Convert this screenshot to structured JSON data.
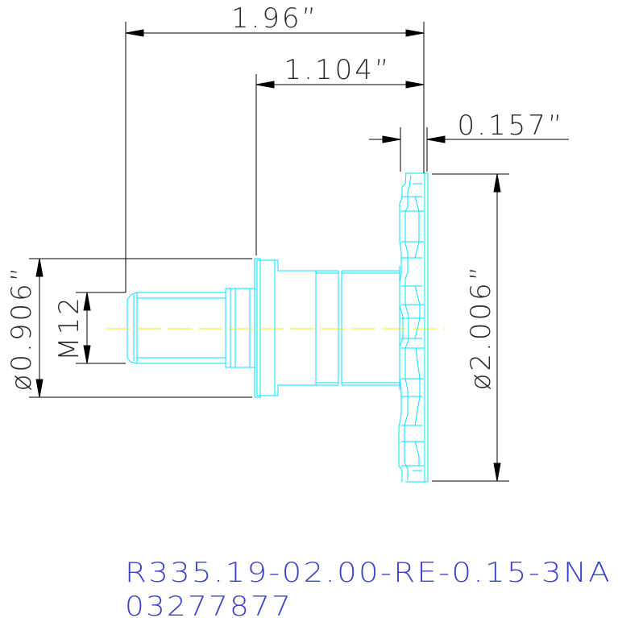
{
  "colors": {
    "dimension": "#000000",
    "part_outline": "#00e5ff",
    "centerline": "#f2f200",
    "part_number": "#3b43c8"
  },
  "dimensions": {
    "overall_length": "1.96”",
    "shank_length": "1.104”",
    "disc_thickness": "0.157”",
    "cutter_diameter": "ø2.006”",
    "body_diameter": "ø0.906”",
    "thread": "M12"
  },
  "title_block": {
    "part_number": "R335.19-02.00-RE-0.15-3NA",
    "code": "03277877"
  }
}
